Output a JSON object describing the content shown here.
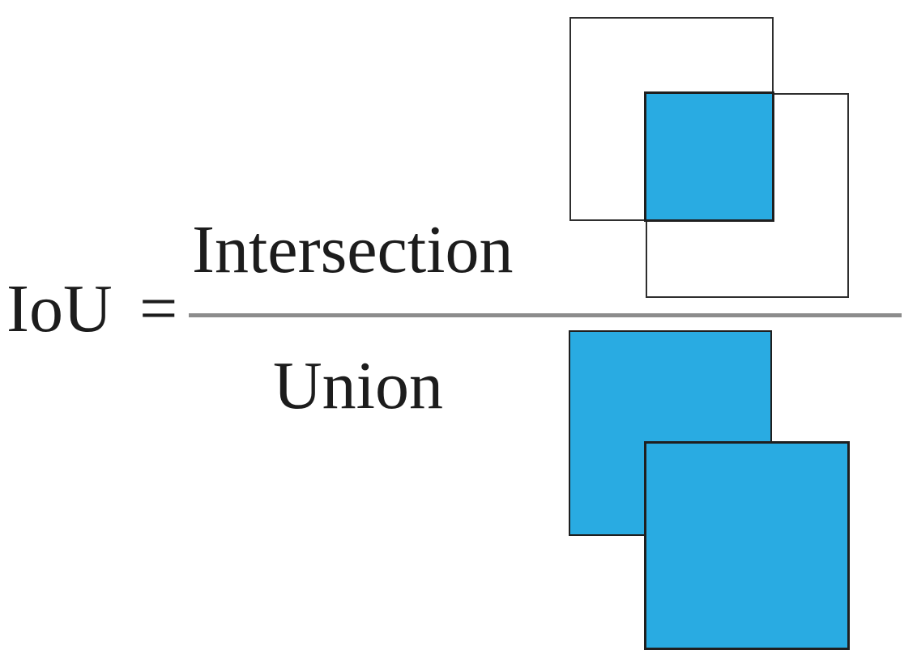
{
  "formula": {
    "lhs": "IoU",
    "equals": "=",
    "numerator": "Intersection",
    "denominator": "Union"
  },
  "colors": {
    "accent_blue": "#29ABE2",
    "outline_dark": "#2e2e2e",
    "border_black": "#1f1f1f",
    "fraction_gray": "#8c8c8c",
    "text_dark": "#1c1c1c"
  }
}
